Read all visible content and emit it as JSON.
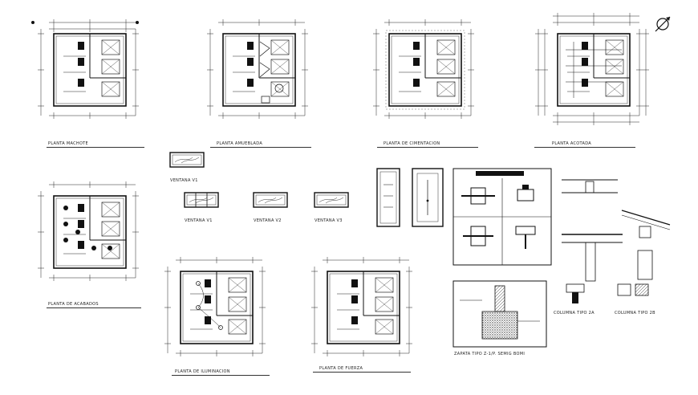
{
  "labels": {
    "planta_machote": "PLANTA MACHOTE",
    "planta_amueblada": "PLANTA AMUEBLADA",
    "planta_cimentacion": "PLANTA DE CIMENTACION",
    "planta_acotada": "PLANTA ACOTADA",
    "ventana_v1_top": "VENTANA V1",
    "ventana_v1": "VENTANA V1",
    "ventana_v2": "VENTANA V2",
    "ventana_v3": "VENTANA V3",
    "planta_acabados": "PLANTA DE ACABADOS",
    "planta_iluminacion": "PLANTA DE ILUMINACION",
    "planta_fuerza": "PLANTA DE FUERZA",
    "zapata": "ZAPATA  TIPO  Z-1/P. SEMIG BOMI",
    "columna_2a": "COLUMNA TIPO 2A",
    "columna_2b": "COLUMNA TIPO 2B"
  },
  "colors": {
    "line": "#1a1a1a",
    "background": "#ffffff"
  }
}
